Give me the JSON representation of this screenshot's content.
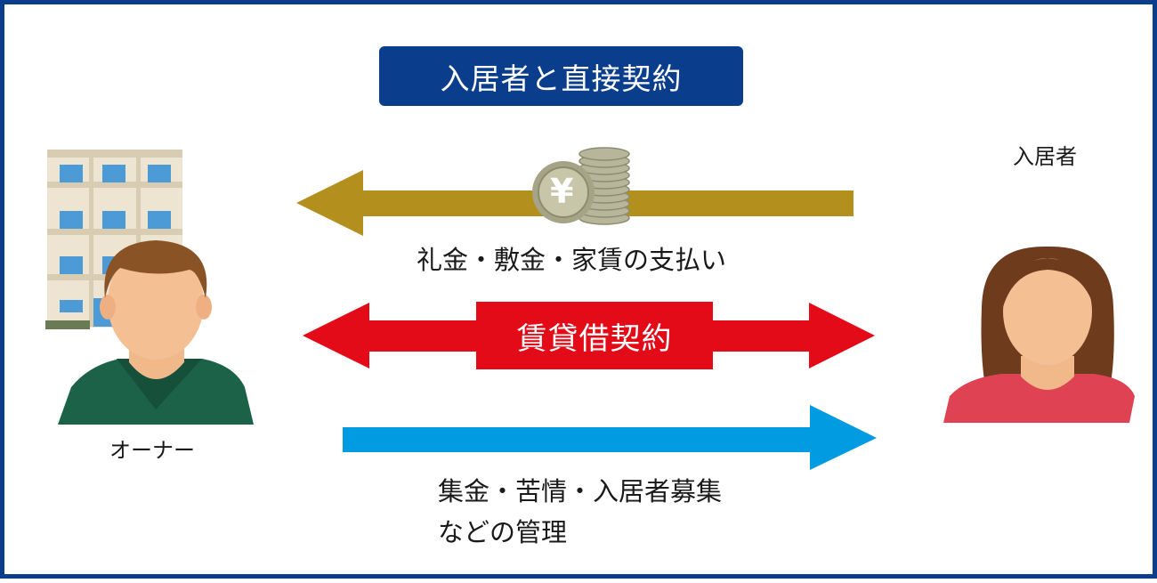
{
  "title": "入居者と直接契約",
  "tenant_label": "入居者",
  "owner_label": "オーナー",
  "payment_label": "礼金・敷金・家賃の支払い",
  "contract_label": "賃貸借契約",
  "management_line1": "集金・苦情・入居者募集",
  "management_line2": "などの管理",
  "coin_symbol": "¥",
  "colors": {
    "frame": "#0a3e8c",
    "payment_arrow": "#b38f1e",
    "contract_arrow": "#e30b17",
    "management_arrow": "#009be1"
  }
}
